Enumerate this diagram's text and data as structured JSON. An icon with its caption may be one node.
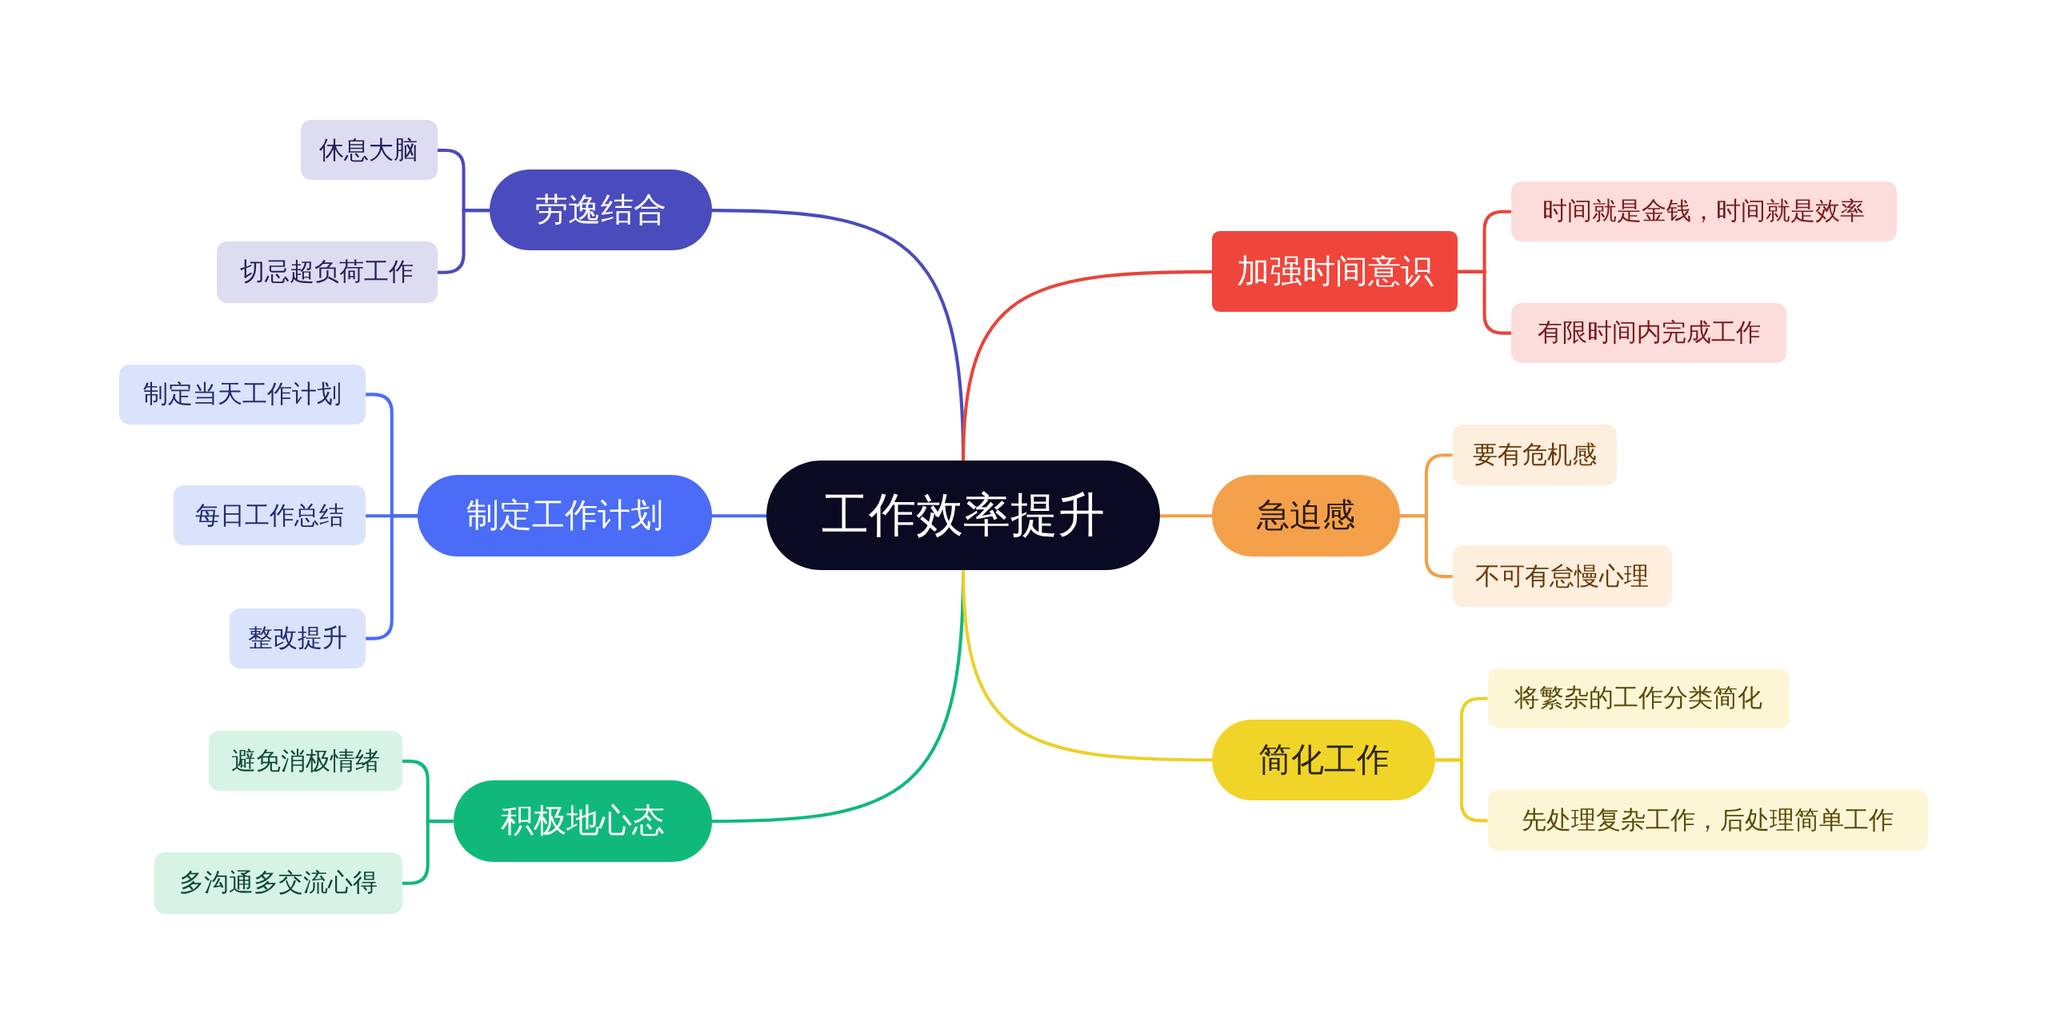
{
  "diagram": {
    "nodes": [
      {
        "text": [
          "工作效率提升"
        ]
      },
      {
        "text": [
          "劳逸结合"
        ]
      },
      {
        "text": [
          "休息大脑"
        ]
      },
      {
        "text": [
          "切忌超负荷工作"
        ]
      },
      {
        "text": [
          "制定工作计划"
        ]
      },
      {
        "text": [
          "制定当天工作计划"
        ]
      },
      {
        "text": [
          "每日工作总结"
        ]
      },
      {
        "text": [
          "整改提升"
        ]
      },
      {
        "text": [
          "积极地心态"
        ]
      },
      {
        "text": [
          "避免消极情绪"
        ]
      },
      {
        "text": [
          "多沟通多交流心得"
        ]
      },
      {
        "text": [
          "加强时间意识"
        ]
      },
      {
        "text": [
          "时间就是金钱，时间就是效率"
        ]
      },
      {
        "text": [
          "有限时间内完成工作"
        ]
      },
      {
        "text": [
          "急迫感"
        ]
      },
      {
        "text": [
          "要有危机感"
        ]
      },
      {
        "text": [
          "不可有怠慢心理"
        ]
      },
      {
        "text": [
          "简化工作"
        ]
      },
      {
        "text": [
          "将繁杂的工作分类简化"
        ]
      },
      {
        "text": [
          "先处理复杂工作，后处理简单工作"
        ]
      }
    ],
    "edges": [
      {
        "from": 0,
        "to": 1,
        "arrow": "none",
        "color": "#4a4bbd"
      },
      {
        "from": 1,
        "to": 2,
        "arrow": "none",
        "color": "#4a4bbd"
      },
      {
        "from": 1,
        "to": 3,
        "arrow": "none",
        "color": "#4a4bbd"
      },
      {
        "from": 0,
        "to": 4,
        "arrow": "none",
        "color": "#4a6cf7"
      },
      {
        "from": 4,
        "to": 5,
        "arrow": "none",
        "color": "#4a6cf7"
      },
      {
        "from": 4,
        "to": 6,
        "arrow": "none",
        "color": "#4a6cf7"
      },
      {
        "from": 4,
        "to": 7,
        "arrow": "none",
        "color": "#4a6cf7"
      },
      {
        "from": 0,
        "to": 8,
        "arrow": "none",
        "color": "#10b97a"
      },
      {
        "from": 8,
        "to": 9,
        "arrow": "none",
        "color": "#10b97a"
      },
      {
        "from": 8,
        "to": 10,
        "arrow": "none",
        "color": "#10b97a"
      },
      {
        "from": 0,
        "to": 11,
        "arrow": "none",
        "color": "#e8453a"
      },
      {
        "from": 11,
        "to": 12,
        "arrow": "none",
        "color": "#e8453a"
      },
      {
        "from": 11,
        "to": 13,
        "arrow": "none",
        "color": "#e8453a"
      },
      {
        "from": 0,
        "to": 14,
        "arrow": "none",
        "color": "#f0a04a"
      },
      {
        "from": 14,
        "to": 15,
        "arrow": "none",
        "color": "#f0a04a"
      },
      {
        "from": 14,
        "to": 16,
        "arrow": "none",
        "color": "#f0a04a"
      },
      {
        "from": 0,
        "to": 17,
        "arrow": "none",
        "color": "#ecd02a"
      },
      {
        "from": 17,
        "to": 18,
        "arrow": "none",
        "color": "#ecd02a"
      },
      {
        "from": 17,
        "to": 19,
        "arrow": "none",
        "color": "#ecd02a"
      }
    ]
  }
}
